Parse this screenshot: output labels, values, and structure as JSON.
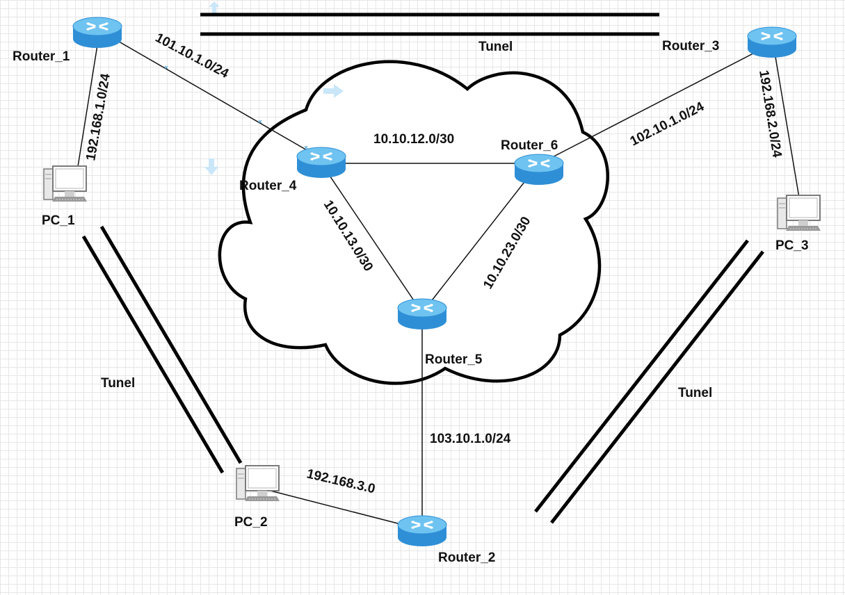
{
  "devices": {
    "router_1": "Router_1",
    "router_2": "Router_2",
    "router_3": "Router_3",
    "router_4": "Router_4",
    "router_5": "Router_5",
    "router_6": "Router_6",
    "pc_1": "PC_1",
    "pc_2": "PC_2",
    "pc_3": "PC_3"
  },
  "networks": {
    "r1_pc1": "192.168.1.0/24",
    "r1_r4": "101.10.1.0/24",
    "r3_r6": "102.10.1.0/24",
    "r3_pc3": "192.168.2.0/24",
    "r4_r6": "10.10.12.0/30",
    "r4_r5": "10.10.13.0/30",
    "r6_r5": "10.10.23.0/30",
    "r5_r2": "103.10.1.0/24",
    "pc2_r2": "192.168.3.0"
  },
  "tunnels": {
    "top": "Tunel",
    "left": "Tunel",
    "right": "Tunel"
  },
  "colors": {
    "router_top": "#6ec3f0",
    "router_body": "#2f8fd6",
    "link": "#111111",
    "tunnel": "#000000",
    "grid": "#e6e6e6"
  }
}
